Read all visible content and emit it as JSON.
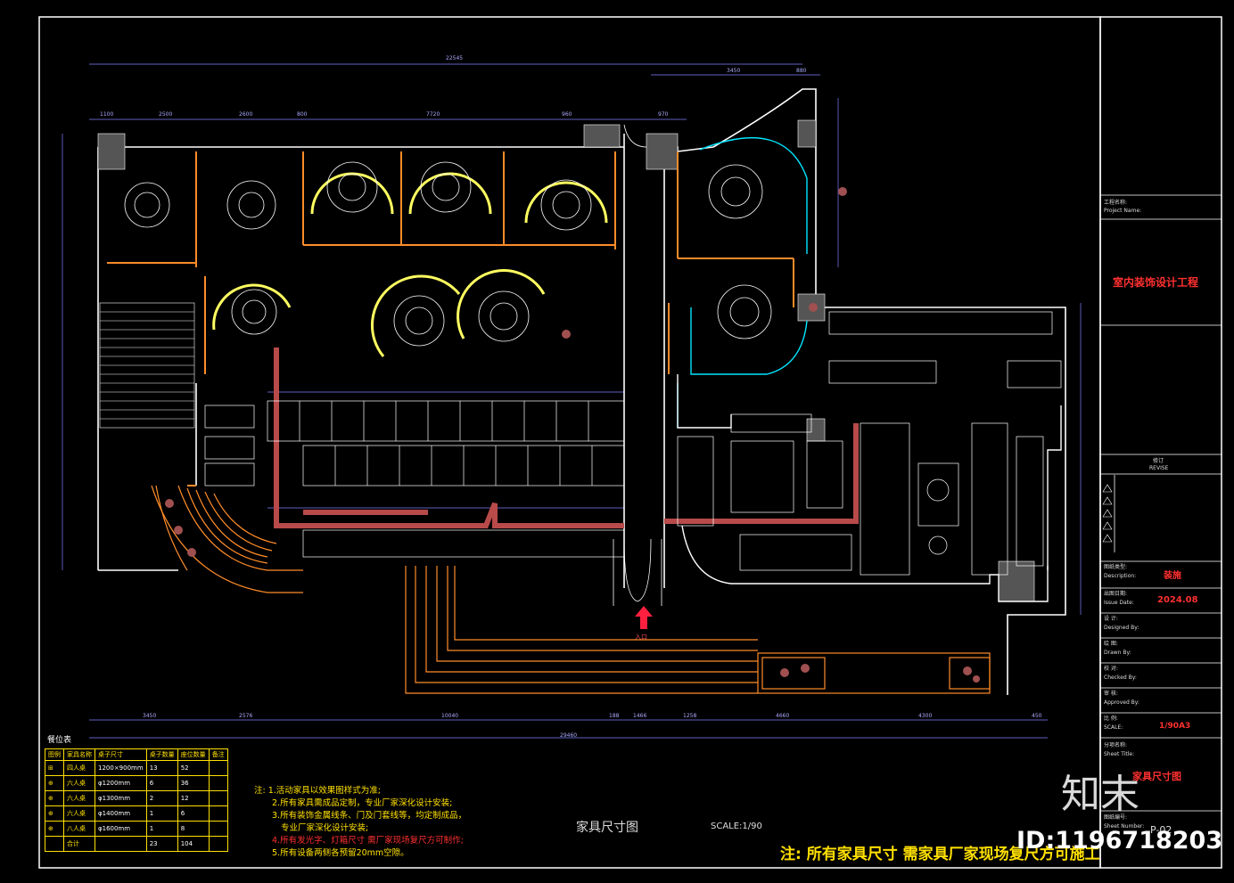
{
  "drawing": {
    "title": "家具尺寸图",
    "scale": "SCALE:1/90",
    "entrance_label": "入口",
    "dim_total_top": "22545",
    "dim_total_bottom": "29460",
    "dims_top": [
      "1100",
      "2500",
      "2600",
      "800",
      "7720",
      "960",
      "970"
    ],
    "dims_bottom": [
      "3450",
      "2576",
      "10040",
      "188",
      "1466",
      "1258",
      "4660",
      "4300",
      "450"
    ],
    "dims_top_right": [
      "3450",
      "880"
    ]
  },
  "title_block": {
    "project_name_label": "工程名称:",
    "project_name_label_en": "Project Name:",
    "project_name": "室内装饰设计工程",
    "revise_label": "修订",
    "revise_label_en": "REVISE",
    "description_label": "图纸类型:",
    "description_label_en": "Description:",
    "description_value": "装施",
    "issue_date_label": "出图日期:",
    "issue_date_label_en": "Issue Date:",
    "issue_date": "2024.08",
    "designed_label": "设 计:",
    "designed_label_en": "Designed By:",
    "drawn_label": "绘 图:",
    "drawn_label_en": "Drawn By:",
    "checked_label": "校 对:",
    "checked_label_en": "Checked By:",
    "approved_label": "审 核:",
    "approved_label_en": "Approved By:",
    "scale_label": "比 例:",
    "scale_label_en": "SCALE:",
    "scale_value": "1/90A3",
    "sheet_title_label": "分项名称:",
    "sheet_title_label_en": "Sheet Title:",
    "sheet_title": "家具尺寸图",
    "sheet_number_label": "图纸编号:",
    "sheet_number_label_en": "Sheet Number:",
    "sheet_number": "P-02"
  },
  "legend": {
    "caption": "餐位表",
    "headers": [
      "图例",
      "家具名称",
      "桌子尺寸",
      "桌子数量",
      "座位数量",
      "备注"
    ],
    "rows": [
      {
        "name": "四人桌",
        "size": "1200×900mm",
        "tables": "13",
        "seats": "52"
      },
      {
        "name": "六人桌",
        "size": "φ1200mm",
        "tables": "6",
        "seats": "36"
      },
      {
        "name": "六人桌",
        "size": "φ1300mm",
        "tables": "2",
        "seats": "12"
      },
      {
        "name": "六人桌",
        "size": "φ1400mm",
        "tables": "1",
        "seats": "6"
      },
      {
        "name": "八人桌",
        "size": "φ1600mm",
        "tables": "1",
        "seats": "8"
      }
    ],
    "total_label": "合计",
    "total_tables": "23",
    "total_seats": "104"
  },
  "notes": {
    "heading": "注:",
    "lines": [
      "1.活动家具以效果图样式为准;",
      "2.所有家具需成品定制，专业厂家深化设计安装;",
      "3.所有装饰金属线条、门及门套线等，均定制成品，",
      "专业厂家深化设计安装;",
      "4.所有发光字、灯箱尺寸 需厂家现场复尺方可制作;",
      "5.所有设备两侧各预留20mm空隙。"
    ]
  },
  "footer_note": "注: 所有家具尺寸 需家具厂家现场复尺方可施工",
  "watermark": {
    "brand": "知末",
    "id": "ID:1196718203"
  },
  "colors": {
    "background": "#000000",
    "wall": "#ffffff",
    "partition": "#ff8c2a",
    "booth": "#ffff60",
    "aisle": "#b84a4a",
    "dimension": "#7f7fff",
    "cyan": "#00e5ff",
    "title_red": "#ff3030",
    "note_yellow": "#ffe000"
  }
}
